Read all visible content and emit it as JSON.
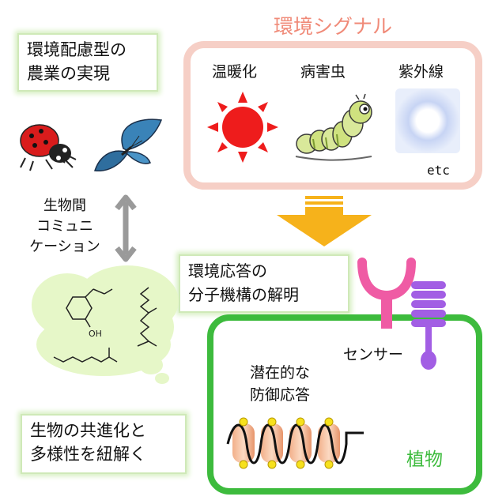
{
  "top_left_box": {
    "line1": "環境配慮型の",
    "line2": "農業の実現"
  },
  "signal": {
    "title": "環境シグナル",
    "title_color": "#f08a78",
    "items": [
      "温暖化",
      "病害虫",
      "紫外線"
    ],
    "etc": "etc"
  },
  "communication": {
    "line1": "生物間",
    "line2": "コミュニ",
    "line3": "ケーション"
  },
  "mechanism_box": {
    "line1": "環境応答の",
    "line2": "分子機構の解明"
  },
  "sensor_label": "センサー",
  "defense": {
    "line1": "潜在的な",
    "line2": "防御応答"
  },
  "plant_label": "植物",
  "plant_color": "#3dbb3d",
  "bottom_left_box": {
    "line1": "生物の共進化と",
    "line2": "多様性を紐解く"
  },
  "molecule_labels": {
    "oh": "OH"
  },
  "colors": {
    "sun": "#ee1c1c",
    "arrow": "#f6b21b",
    "sensor_pink": "#ef5ba4",
    "sensor_purple": "#a25ee4"
  }
}
